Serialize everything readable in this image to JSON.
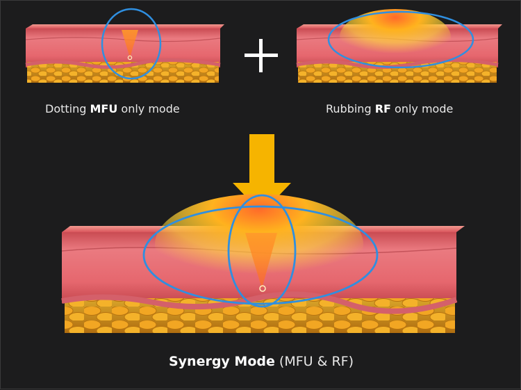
{
  "captions": {
    "mfu": {
      "prefix": "Dotting ",
      "bold": "MFU",
      "suffix": " only mode"
    },
    "rf": {
      "prefix": "Rubbing ",
      "bold": "RF",
      "suffix": " only mode"
    },
    "synergy": {
      "bold": "Synergy Mode",
      "suffix": " (MFU & RF)"
    }
  },
  "colors": {
    "background": "#1c1c1d",
    "ellipse_outline": "#2f8fe0",
    "arrow": "#f6b400",
    "skin": "#e8737a",
    "fat": "#f0a21c",
    "plus": "#ffffff"
  }
}
